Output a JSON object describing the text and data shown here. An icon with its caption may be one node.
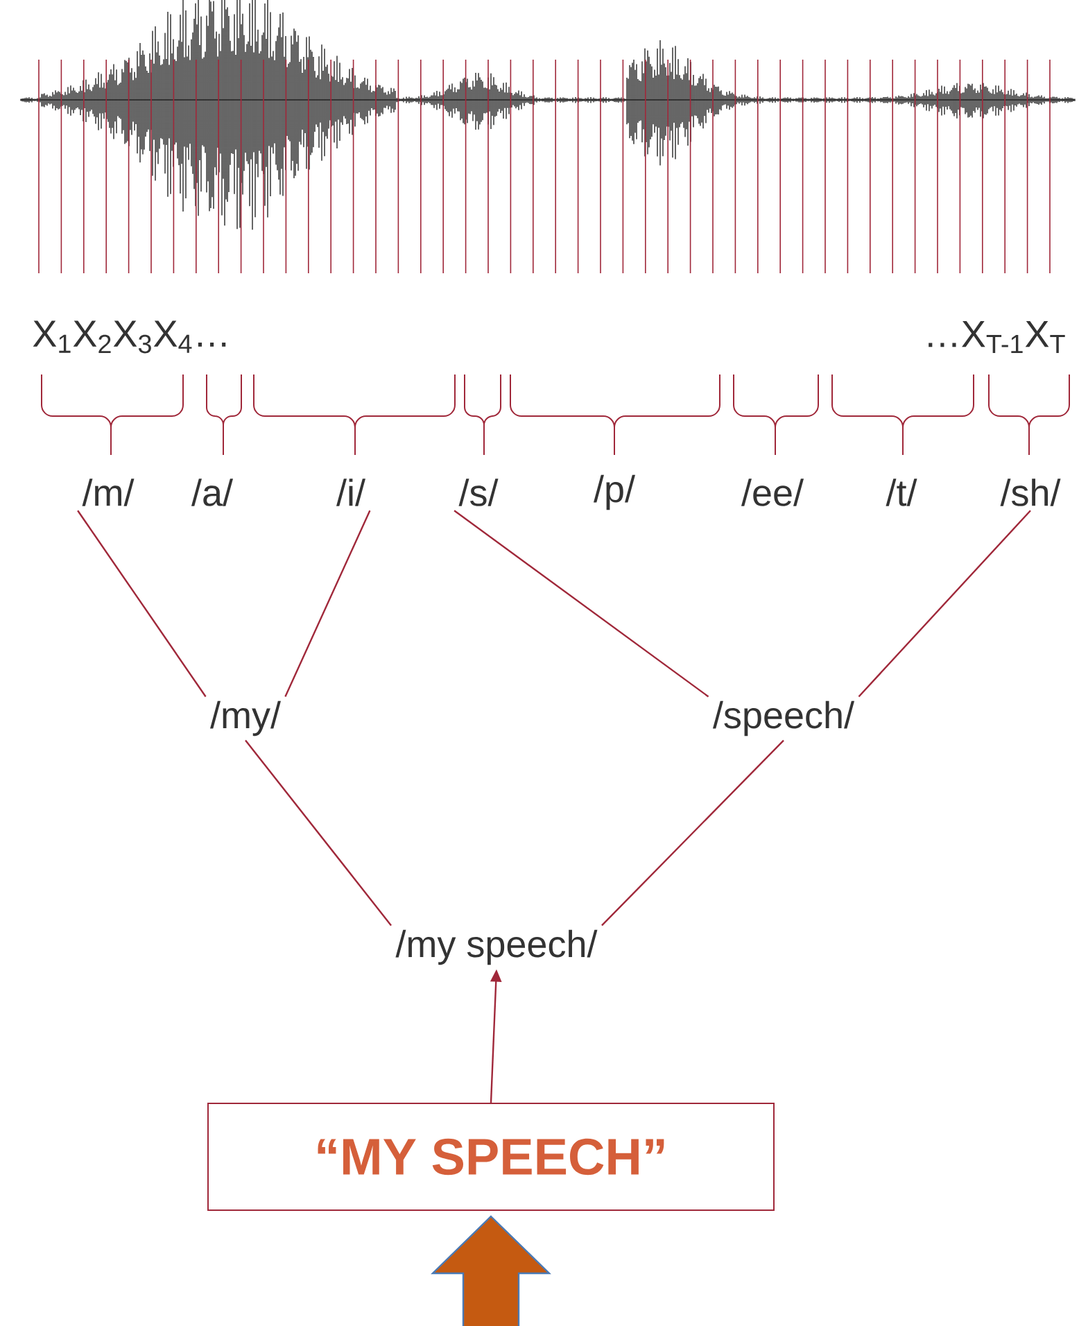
{
  "diagram": {
    "nodes": [
      {
        "text": [
          "/m/"
        ]
      },
      {
        "text": [
          "/i/"
        ]
      },
      {
        "text": [
          "/s/"
        ]
      },
      {
        "text": [
          "/sh/"
        ]
      },
      {
        "text": [
          "/my/"
        ]
      },
      {
        "text": [
          "/speech/"
        ]
      },
      {
        "text": [
          "/my speech/"
        ]
      },
      {
        "text": [
          "“MY SPEECH”"
        ]
      }
    ],
    "edges": [
      {
        "from": 0,
        "to": 4,
        "arrow": "none"
      },
      {
        "from": 1,
        "to": 4,
        "arrow": "none"
      },
      {
        "from": 2,
        "to": 5,
        "arrow": "none"
      },
      {
        "from": 3,
        "to": 5,
        "arrow": "none"
      },
      {
        "from": 4,
        "to": 6,
        "arrow": "none"
      },
      {
        "from": 5,
        "to": 6,
        "arrow": "none"
      },
      {
        "from": 7,
        "to": 6,
        "arrow": "to"
      },
      {
        "from": null,
        "to": 7,
        "arrow": "to",
        "style": "thick",
        "color": "#c55a11"
      }
    ],
    "labels": [
      "X$_{1}$X$_{2}$X$_{3}$X$_{4}$…",
      "…X$_{T-1}$X$_{T}$",
      "/a/",
      "/p/",
      "/ee/",
      "/t/"
    ]
  }
}
